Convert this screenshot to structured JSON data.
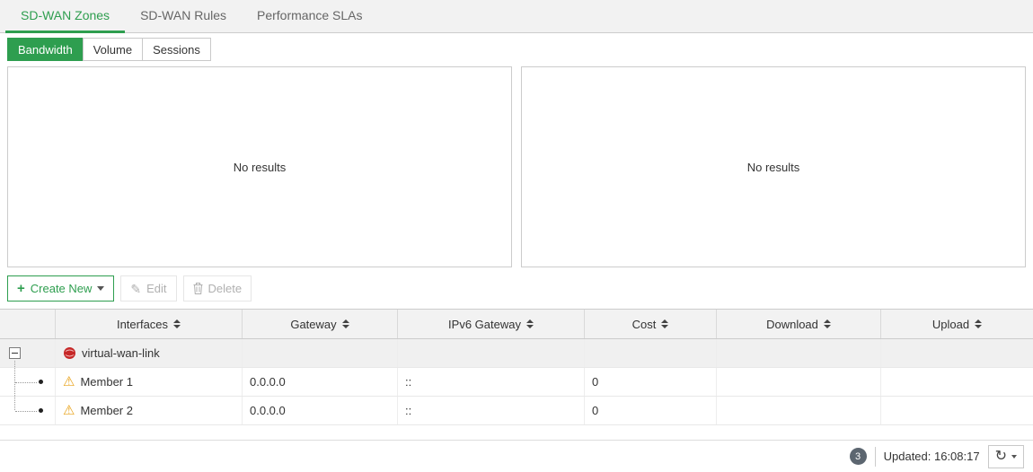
{
  "tabs": [
    {
      "label": "SD-WAN Zones",
      "active": true
    },
    {
      "label": "SD-WAN Rules",
      "active": false
    },
    {
      "label": "Performance SLAs",
      "active": false
    }
  ],
  "subtabs": [
    {
      "label": "Bandwidth",
      "active": true
    },
    {
      "label": "Volume",
      "active": false
    },
    {
      "label": "Sessions",
      "active": false
    }
  ],
  "charts": {
    "left": {
      "empty_text": "No results"
    },
    "right": {
      "empty_text": "No results"
    }
  },
  "toolbar": {
    "create_new_label": "Create New",
    "edit_label": "Edit",
    "delete_label": "Delete"
  },
  "table": {
    "columns": [
      "Interfaces",
      "Gateway",
      "IPv6 Gateway",
      "Cost",
      "Download",
      "Upload"
    ],
    "zone_row": {
      "name": "virtual-wan-link"
    },
    "member_rows": [
      {
        "name": "Member 1",
        "gateway": "0.0.0.0",
        "ipv6_gateway": "::",
        "cost": "0",
        "download": "",
        "upload": ""
      },
      {
        "name": "Member 2",
        "gateway": "0.0.0.0",
        "ipv6_gateway": "::",
        "cost": "0",
        "download": "",
        "upload": ""
      }
    ]
  },
  "footer": {
    "badge_count": "3",
    "updated_text": "Updated: 16:08:17"
  },
  "colors": {
    "accent_green": "#2e9e4f",
    "warning_yellow": "#e8a117",
    "zone_icon_red": "#c62828"
  }
}
